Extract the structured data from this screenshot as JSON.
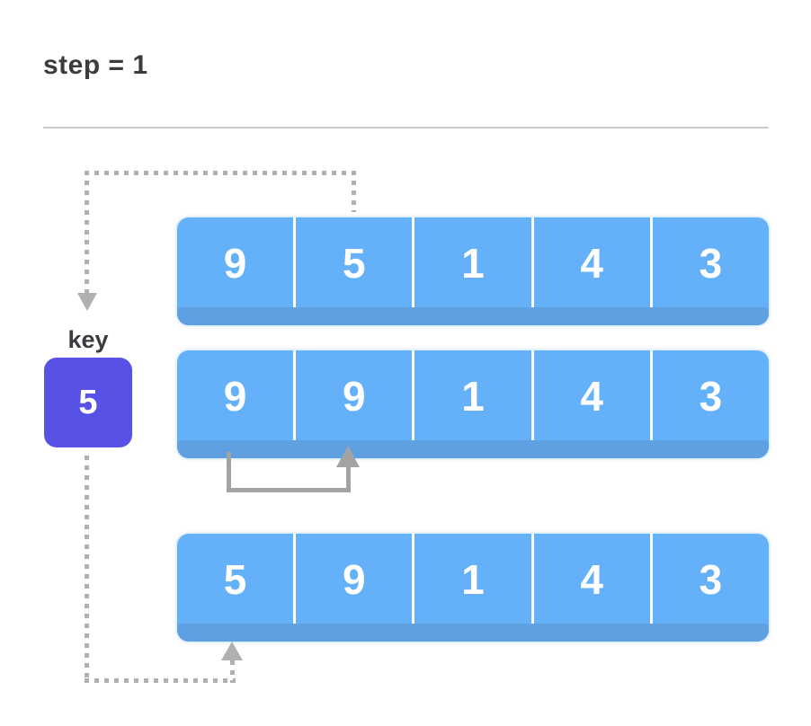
{
  "page": {
    "title": "step = 1"
  },
  "key_panel": {
    "label": "key",
    "value": "5"
  },
  "arrays": [
    {
      "id": "top",
      "values": [
        "9",
        "5",
        "1",
        "4",
        "3"
      ]
    },
    {
      "id": "middle",
      "values": [
        "9",
        "9",
        "1",
        "4",
        "3"
      ]
    },
    {
      "id": "bottom",
      "values": [
        "5",
        "9",
        "1",
        "4",
        "3"
      ]
    }
  ],
  "connectors": {
    "extract_key": "dotted arrow from array 1 cell 2 down to key box",
    "shift_right": "solid gray arrow from array 2 cell 1 up into cell 2",
    "insert_key": "dotted arrow from key box up into array 3 cell 1"
  },
  "colors": {
    "cell_blue": "#64b1fa",
    "cell_shadow_blue": "#5fa0e1",
    "key_purple": "#5751e6",
    "dotted_gray": "#b0b0b0",
    "solid_arrow_gray": "#a3a3a3",
    "text_dark": "#3b3b40",
    "rule_gray": "#c9c9c9",
    "cell_text": "#ffffff"
  }
}
